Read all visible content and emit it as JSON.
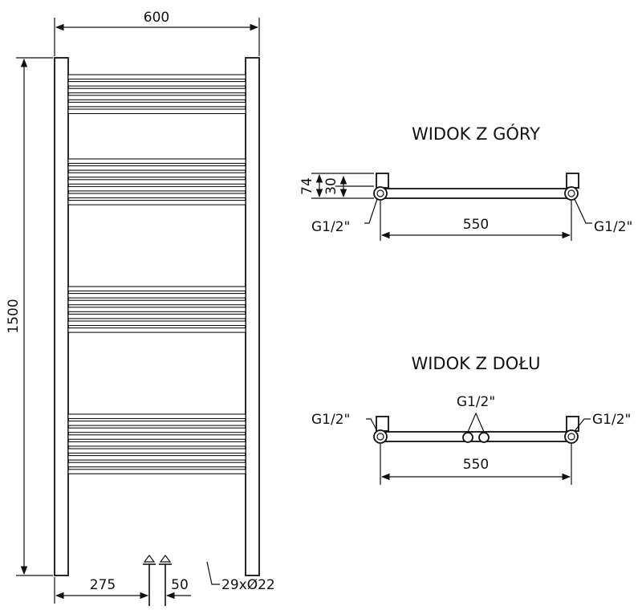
{
  "front_view": {
    "width_label": "600",
    "height_label": "1500",
    "left_offset_label": "275",
    "pipe_spacing_label": "50",
    "tubes_label": "29xØ22"
  },
  "top_view": {
    "title": "WIDOK Z GÓRY",
    "depth_label": "74",
    "axis_label": "30",
    "connector_left_label": "G1/2\"",
    "connector_right_label": "G1/2\"",
    "span_label": "550"
  },
  "bottom_view": {
    "title": "WIDOK Z DOŁU",
    "connector_left_label": "G1/2\"",
    "connector_center_label": "G1/2\"",
    "connector_right_label": "G1/2\"",
    "span_label": "550"
  },
  "style": {
    "line_color": "#111111",
    "background": "#ffffff"
  }
}
